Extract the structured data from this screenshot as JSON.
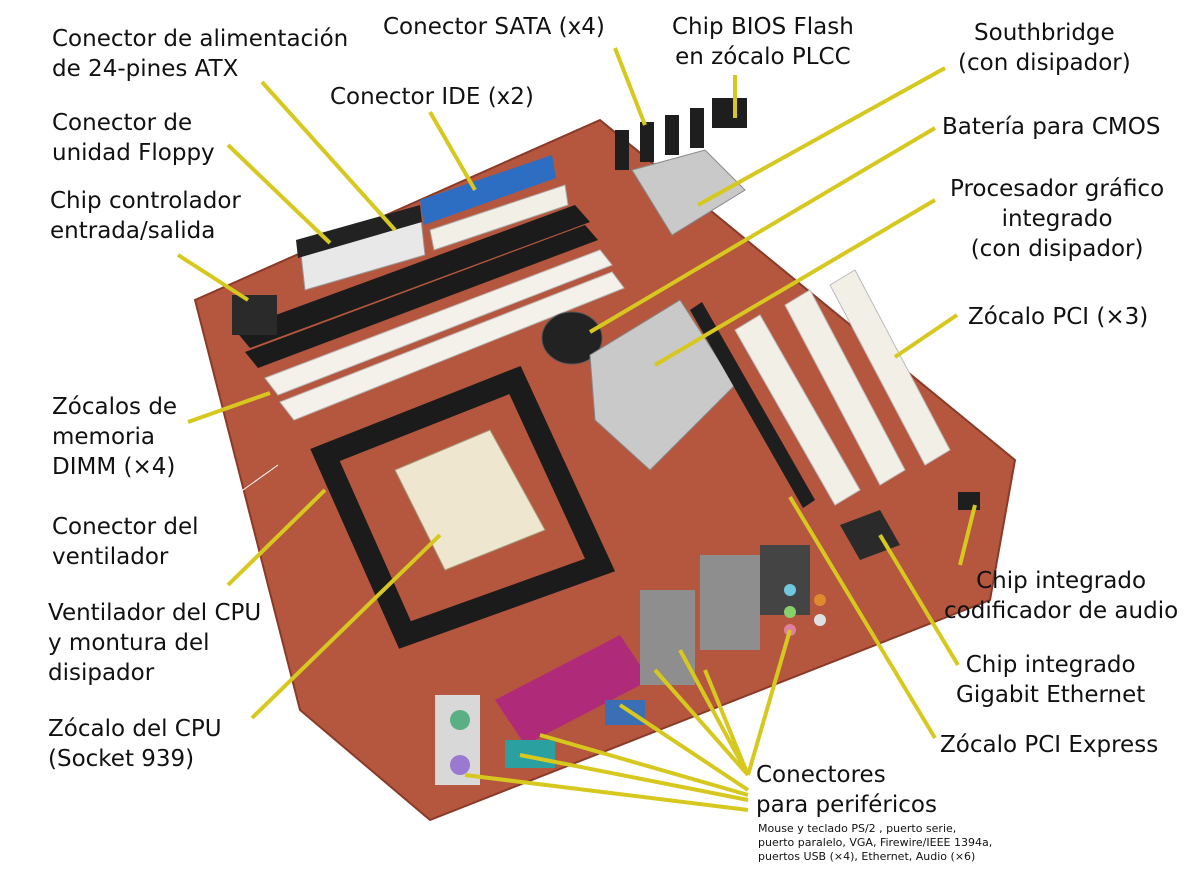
{
  "labels": {
    "atx": [
      "Conector de alimentación",
      "de 24-pines ATX"
    ],
    "sata": "Conector SATA (x4)",
    "bios": [
      "Chip BIOS Flash",
      "en zócalo PLCC"
    ],
    "southbridge": [
      "Southbridge",
      "(con disipador)"
    ],
    "ide": "Conector IDE (x2)",
    "floppy": [
      "Conector de",
      "unidad Floppy"
    ],
    "cmos": "Batería para CMOS",
    "io_chip": [
      "Chip controlador",
      "entrada/salida"
    ],
    "gpu": [
      "Procesador gráfico",
      "integrado",
      "(con disipador)"
    ],
    "pci": "Zócalo PCI (×3)",
    "dimm": [
      "Zócalos de",
      "memoria",
      "DIMM (×4)"
    ],
    "fan_conn": [
      "Conector del",
      "ventilador"
    ],
    "cpu_fan": [
      "Ventilador del CPU",
      "y montura del",
      "disipador"
    ],
    "cpu_socket": [
      "Zócalo del CPU",
      "(Socket 939)"
    ],
    "audio": [
      "Chip integrado",
      "codificador de audio"
    ],
    "ethernet": [
      "Chip integrado",
      "Gigabit Ethernet"
    ],
    "pcie": "Zócalo PCI Express",
    "peripherals": [
      "Conectores",
      "para periféricos"
    ],
    "peripherals_note": [
      "Mouse y teclado PS/2 , puerto serie,",
      "puerto paralelo, VGA, Firewire/IEEE 1394a,",
      "puertos USB (×4), Ethernet, Audio (×6)"
    ]
  },
  "colors": {
    "pcb": "#b5563e",
    "leader": "#d6c81e",
    "dimm": "#1b1b1b",
    "pci": "#f2efe6",
    "ide": "#2e6ec2",
    "heatsink": "#c9c9c9",
    "parallel": "#b02a7a"
  }
}
